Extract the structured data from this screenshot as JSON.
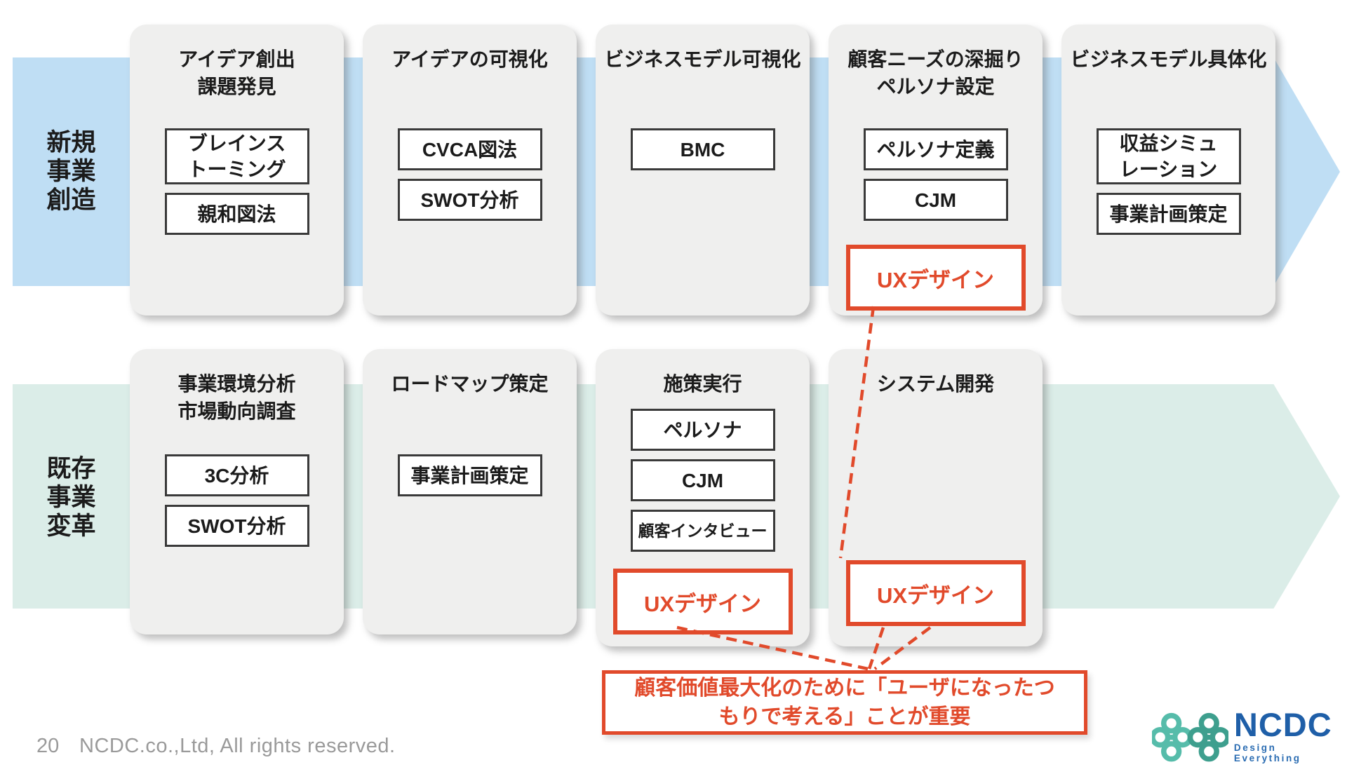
{
  "colors": {
    "lane_new_business": "#BFDEF4",
    "lane_existing_business": "#DBEDE8",
    "accent_red": "#E14A2B",
    "card_gray": "#EFEFEE",
    "box_border": "#3A3A3A",
    "footer_gray": "#9A9A9A",
    "logo_blue": "#1F5FA8",
    "logo_teal": "#56BCAA"
  },
  "lanes": [
    {
      "label": [
        "新規",
        "事業",
        "創造"
      ],
      "cards": [
        {
          "title": [
            "アイデア創出",
            "課題発見"
          ],
          "boxes": [
            [
              "ブレインス",
              "トーミング"
            ],
            [
              "親和図法"
            ]
          ]
        },
        {
          "title": [
            "アイデアの可視化"
          ],
          "boxes": [
            [
              "CVCA図法"
            ],
            [
              "SWOT分析"
            ]
          ]
        },
        {
          "title": [
            "ビジネスモデル可視化"
          ],
          "boxes": [
            [
              "BMC"
            ]
          ]
        },
        {
          "title": [
            "顧客ニーズの深掘り",
            "ペルソナ設定"
          ],
          "boxes": [
            [
              "ペルソナ定義"
            ],
            [
              "CJM"
            ]
          ],
          "ux": "UXデザイン"
        },
        {
          "title": [
            "ビジネスモデル具体化"
          ],
          "boxes": [
            [
              "収益シミュ",
              "レーション"
            ],
            [
              "事業計画策定"
            ]
          ]
        }
      ]
    },
    {
      "label": [
        "既存",
        "事業",
        "変革"
      ],
      "cards": [
        {
          "title": [
            "事業環境分析",
            "市場動向調査"
          ],
          "boxes": [
            [
              "3C分析"
            ],
            [
              "SWOT分析"
            ]
          ]
        },
        {
          "title": [
            "ロードマップ策定"
          ],
          "boxes": [
            [
              "事業計画策定"
            ]
          ]
        },
        {
          "title": [
            "施策実行"
          ],
          "boxes": [
            [
              "ペルソナ"
            ],
            [
              "CJM"
            ],
            [
              "顧客インタビュー"
            ]
          ],
          "ux": "UXデザイン"
        },
        {
          "title": [
            "システム開発"
          ],
          "boxes": [],
          "ux": "UXデザイン"
        }
      ]
    }
  ],
  "annotation": {
    "line1": "顧客価値最大化のために「ユーザになったつ",
    "line2": "もりで考える」ことが重要"
  },
  "footer": {
    "page_number": "20",
    "copyright": "NCDC.co.,Ltd, All rights reserved."
  },
  "logo": {
    "mark": "clover-knot-icon",
    "wordmark": "NCDC",
    "tagline": "Design Everything"
  }
}
